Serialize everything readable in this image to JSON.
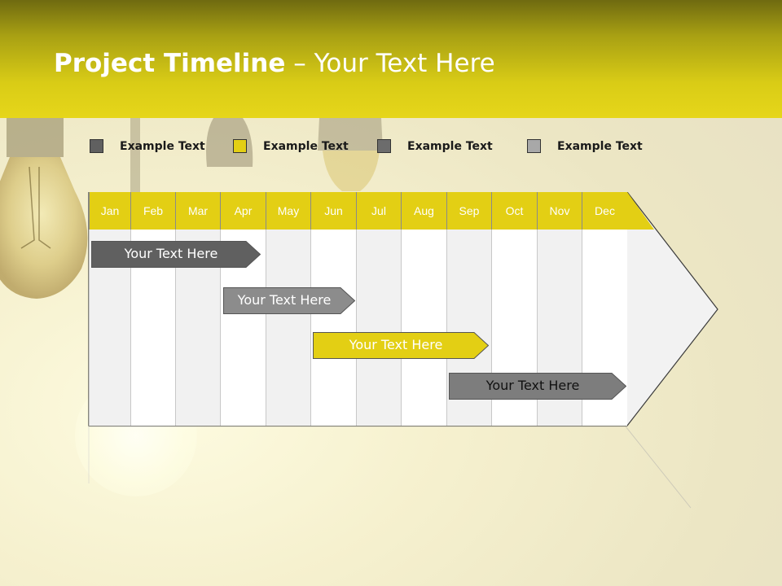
{
  "header": {
    "title_bold": "Project Timeline",
    "title_rest": " – Your Text Here"
  },
  "colors": {
    "dark_gray": "#606060",
    "yellow": "#e3cf14",
    "mid_gray": "#8c8c8c",
    "light_gray": "#a8a8a8"
  },
  "legend": [
    {
      "label": "Example Text",
      "color": "#606060"
    },
    {
      "label": "Example Text",
      "color": "#e3cf14"
    },
    {
      "label": "Example Text",
      "color": "#6c6c6c"
    },
    {
      "label": "Example Text",
      "color": "#a8a8a8"
    }
  ],
  "months": [
    "Jan",
    "Feb",
    "Mar",
    "Apr",
    "May",
    "Jun",
    "Jul",
    "Aug",
    "Sep",
    "Oct",
    "Nov",
    "Dec"
  ],
  "tasks": [
    {
      "label": "Your  Text Here",
      "color": "#606060",
      "text_color": "#ffffff"
    },
    {
      "label": "Your  Text Here",
      "color": "#8c8c8c",
      "text_color": "#ffffff"
    },
    {
      "label": "Your  Text Here",
      "color": "#e3cf14",
      "text_color": "#ffffff"
    },
    {
      "label": "Your  Text Here",
      "color": "#7d7d7d",
      "text_color": "#111111"
    }
  ]
}
